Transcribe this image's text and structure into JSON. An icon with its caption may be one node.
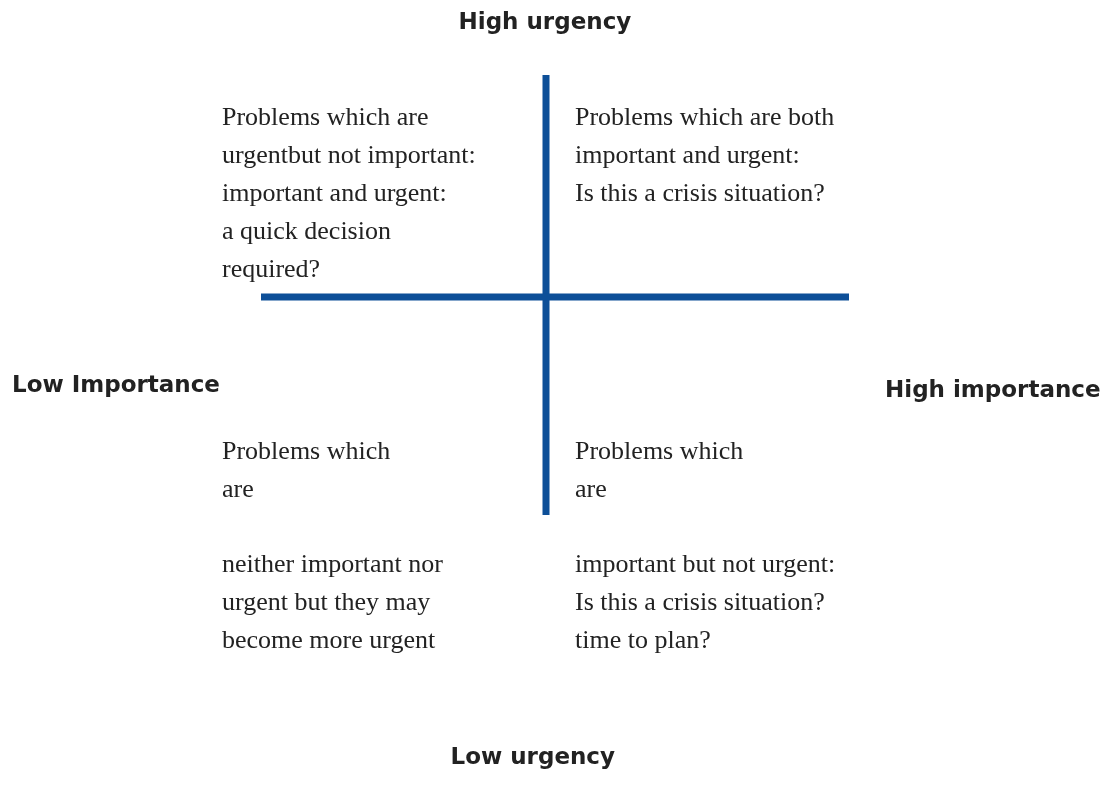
{
  "diagram": {
    "labels": [
      "High urgency",
      "Problems which are urgentbut not important: important and urgent: a quick decision required?",
      "Problems which are both important and urgent: Is this a crisis situation?",
      "Low Importance",
      "High importance",
      "Problems which are",
      "Problems which are",
      "neither important nor urgent but they may become more urgent",
      "important but not urgent: Is this a crisis situation? time to plan?",
      "Low urgency"
    ]
  }
}
